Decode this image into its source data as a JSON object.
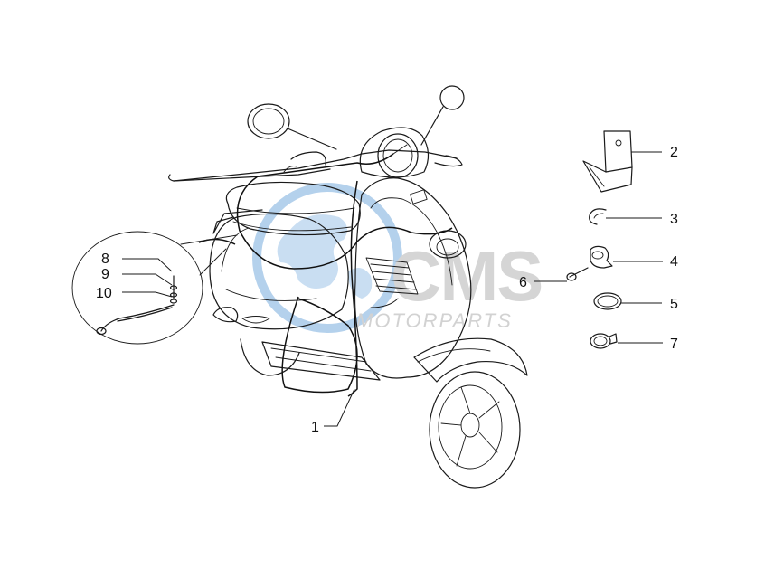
{
  "diagram": {
    "title": "",
    "watermark": {
      "brand": "CMS",
      "subtitle": "MOTORPARTS",
      "color_blue": "#8fb8e0",
      "color_gray": "#b9b9b9"
    },
    "parts": [
      {
        "ref": "1",
        "label": "1"
      },
      {
        "ref": "2",
        "label": "2"
      },
      {
        "ref": "3",
        "label": "3"
      },
      {
        "ref": "4",
        "label": "4"
      },
      {
        "ref": "5",
        "label": "5"
      },
      {
        "ref": "6",
        "label": "6"
      },
      {
        "ref": "7",
        "label": "7"
      },
      {
        "ref": "8",
        "label": "8"
      },
      {
        "ref": "9",
        "label": "9"
      },
      {
        "ref": "10",
        "label": "10"
      }
    ]
  }
}
